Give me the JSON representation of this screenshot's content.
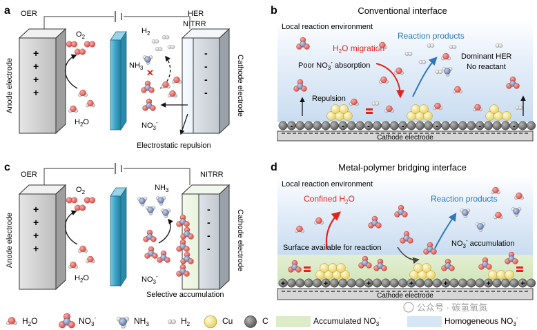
{
  "panels": {
    "a": {
      "letter": "a",
      "oer": "OER",
      "her": "HER",
      "nitrr": "NITRR",
      "anode": "Anode electrode",
      "cathode": "Cathode electrode",
      "o2": "O",
      "o2_sub": "2",
      "h2": "H",
      "h2_sub": "2",
      "nh3": "NH",
      "nh3_sub": "3",
      "h2o": "H",
      "h2o_sub": "2",
      "h2o_end": "O",
      "no3": "NO",
      "no3_sub": "3",
      "no3_sup": "-",
      "repulsion": "Electrostatic repulsion",
      "plus": "+",
      "minus": "-"
    },
    "b": {
      "letter": "b",
      "title": "Conventional interface",
      "env": "Local reaction environment",
      "h2o_mig": "H",
      "h2o_mig_sub": "2",
      "h2o_mig_end": "O migration",
      "products": "Reaction products",
      "poor": "Poor NO",
      "poor_sub": "3",
      "poor_sup": "-",
      "poor_end": " absorption",
      "dominant": "Dominant HER",
      "no_reactant": "No reactant",
      "repulsion": "Repulsion",
      "cathode": "Cathode electrode",
      "minus": "-"
    },
    "c": {
      "letter": "c",
      "oer": "OER",
      "nitrr": "NITRR",
      "anode": "Anode electrode",
      "cathode": "Cathode electrode",
      "o2": "O",
      "o2_sub": "2",
      "nh3": "NH",
      "nh3_sub": "3",
      "h2o": "H",
      "h2o_sub": "2",
      "h2o_end": "O",
      "no3": "NO",
      "no3_sub": "3",
      "no3_sup": "-",
      "selective": "Selective accumulation",
      "plus": "+",
      "minus": "-"
    },
    "d": {
      "letter": "d",
      "title": "Metal-polymer bridging interface",
      "env": "Local reaction environment",
      "confined": "Confined H",
      "confined_sub": "2",
      "confined_end": "O",
      "products": "Reaction products",
      "surface": "Surface available for reaction",
      "accum": "NO",
      "accum_sub": "3",
      "accum_sup": "-",
      "accum_end": " accumulation",
      "cathode": "Cathode electrode",
      "plus": "+"
    }
  },
  "legend": {
    "h2o": "H",
    "h2o_sub": "2",
    "h2o_end": "O",
    "no3": "NO",
    "no3_sub": "3",
    "no3_sup": "-",
    "nh3": "NH",
    "nh3_sub": "3",
    "h2": "H",
    "h2_sub": "2",
    "cu": "Cu",
    "c": "C",
    "accum": "Accumulated NO",
    "accum_sub": "3",
    "accum_sup": "-",
    "homog": "Homogeneous NO",
    "homog_sub": "3",
    "homog_sup": "-"
  },
  "watermark": "公众号 · 碳氢氧氮",
  "colors": {
    "oxygen": "#e0504a",
    "nitrogen": "#6f86b8",
    "hydrogen": "#d6d6d6",
    "cu": "#f3e38a",
    "carbon": "#7b7b7b",
    "membrane": "#3aa3c4",
    "accum_bg": "#dcebc8",
    "homog_bg": "#d6e6f5",
    "migration": "#e0231b",
    "products": "#2a78c0"
  }
}
